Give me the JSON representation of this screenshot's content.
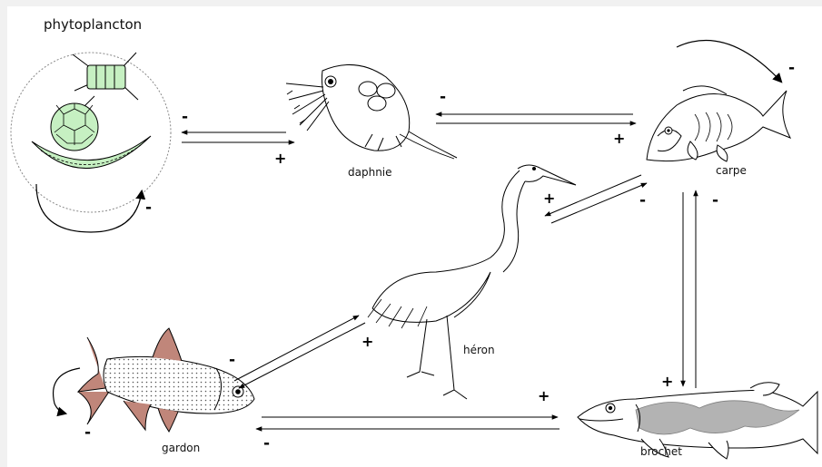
{
  "organisms": {
    "phytoplankton": "phytoplancton",
    "daphnia": "daphnie",
    "carp": "carpe",
    "heron": "héron",
    "roach": "gardon",
    "pike": "brochet"
  },
  "signs": {
    "minus": "-",
    "plus": "+"
  },
  "colors": {
    "algae_fill": "#c6f0c2",
    "fin_fill": "#c0867a",
    "line": "#000000"
  }
}
